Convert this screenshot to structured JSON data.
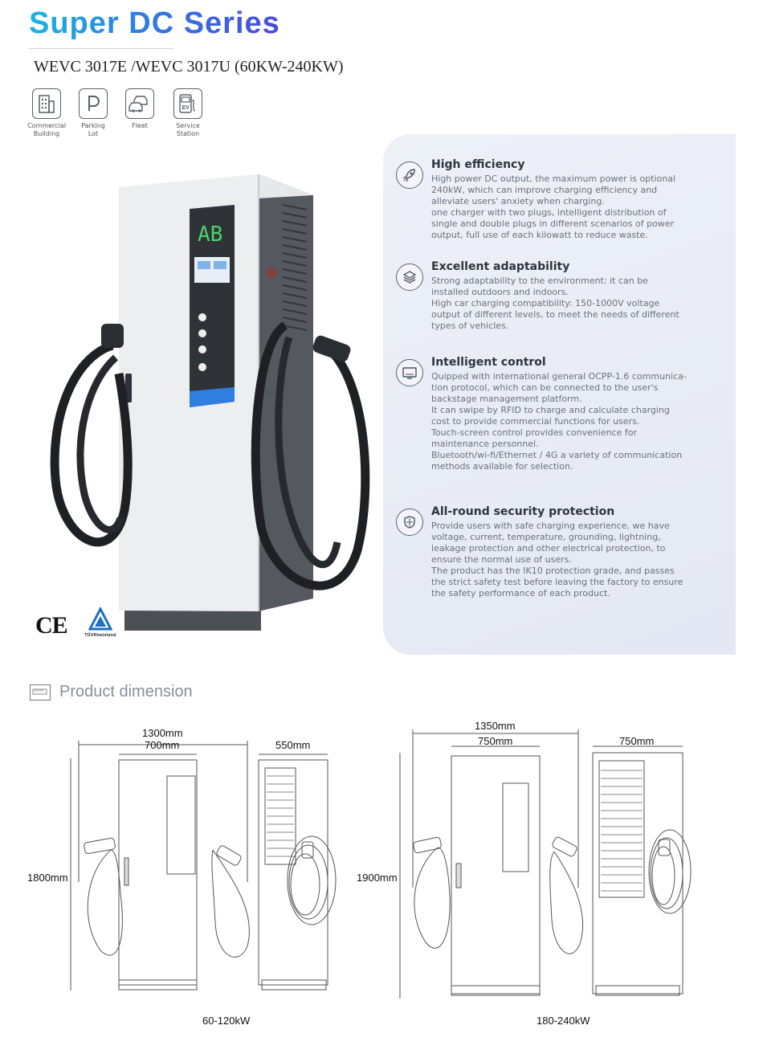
{
  "header": {
    "title": "Super DC Series",
    "subtitle": "WEVC 3017E /WEVC 3017U (60KW-240KW)"
  },
  "scenarios": [
    {
      "icon": "building-icon",
      "label_line1": "Commercial",
      "label_line2": "Building"
    },
    {
      "icon": "parking-icon",
      "label_line1": "Parking",
      "label_line2": "Lot"
    },
    {
      "icon": "fleet-icon",
      "label_line1": "Fleet",
      "label_line2": ""
    },
    {
      "icon": "ev-station-icon",
      "label_line1": "Service",
      "label_line2": "Station"
    }
  ],
  "screen_letters": "AB",
  "features": [
    {
      "icon": "rocket-icon",
      "title": "High efficiency",
      "body": [
        "High power DC output, the maximum power is optional 240kW, which can improve charging efficiency and alleviate users' anxiety when charging.",
        "one charger with two plugs, intelligent distribution of single and double plugs in different scenarios of power output, full use of each kilowatt to reduce waste."
      ]
    },
    {
      "icon": "layers-icon",
      "title": "Excellent adaptability",
      "body": [
        "Strong adaptability to the environment: it can be installed outdoors and indoors.",
        "High car charging compatibility: 150-1000V voltage output of different levels, to meet the needs of different types of vehicles."
      ]
    },
    {
      "icon": "monitor-icon",
      "title": "Intelligent control",
      "body": [
        "Quipped with international general OCPP-1.6 communica-tion protocol, which can be connected to the user's backstage management platform.",
        "It can swipe by RFID to charge and calculate charging cost to provide commercial functions for users.",
        "Touch-screen control provides convenience for maintenance personnel.",
        "Bluetooth/wi-fi/Ethernet / 4G a variety of communication methods available for selection."
      ]
    },
    {
      "icon": "shield-icon",
      "title": "All-round security protection",
      "body": [
        "Provide users with safe charging experience, we have voltage, current, temperature, grounding, lightning, leakage protection and other electrical protection, to ensure the normal use of users.",
        "The product has the IK10 protection grade, and passes the strict safety test before leaving the factory to ensure the safety performance of each product."
      ]
    }
  ],
  "certifications": {
    "ce": "CE",
    "tuv": "TÜVRheinland"
  },
  "dimension": {
    "title": "Product dimension",
    "small": {
      "total_width": "1300mm",
      "body_width": "700mm",
      "depth": "550mm",
      "height": "1800mm",
      "caption": "60-120kW"
    },
    "large": {
      "total_width": "1350mm",
      "body_width": "750mm",
      "depth": "750mm",
      "height": "1900mm",
      "caption": "180-240kW"
    }
  },
  "colors": {
    "title_gradient_start": "#1ab3e6",
    "title_gradient_end": "#4a4ae0",
    "panel_bg": "#e8ebf5",
    "cabinet_body": "#eef0f2",
    "cabinet_side": "#5e6166",
    "accent_blue": "#2f7ee0"
  }
}
